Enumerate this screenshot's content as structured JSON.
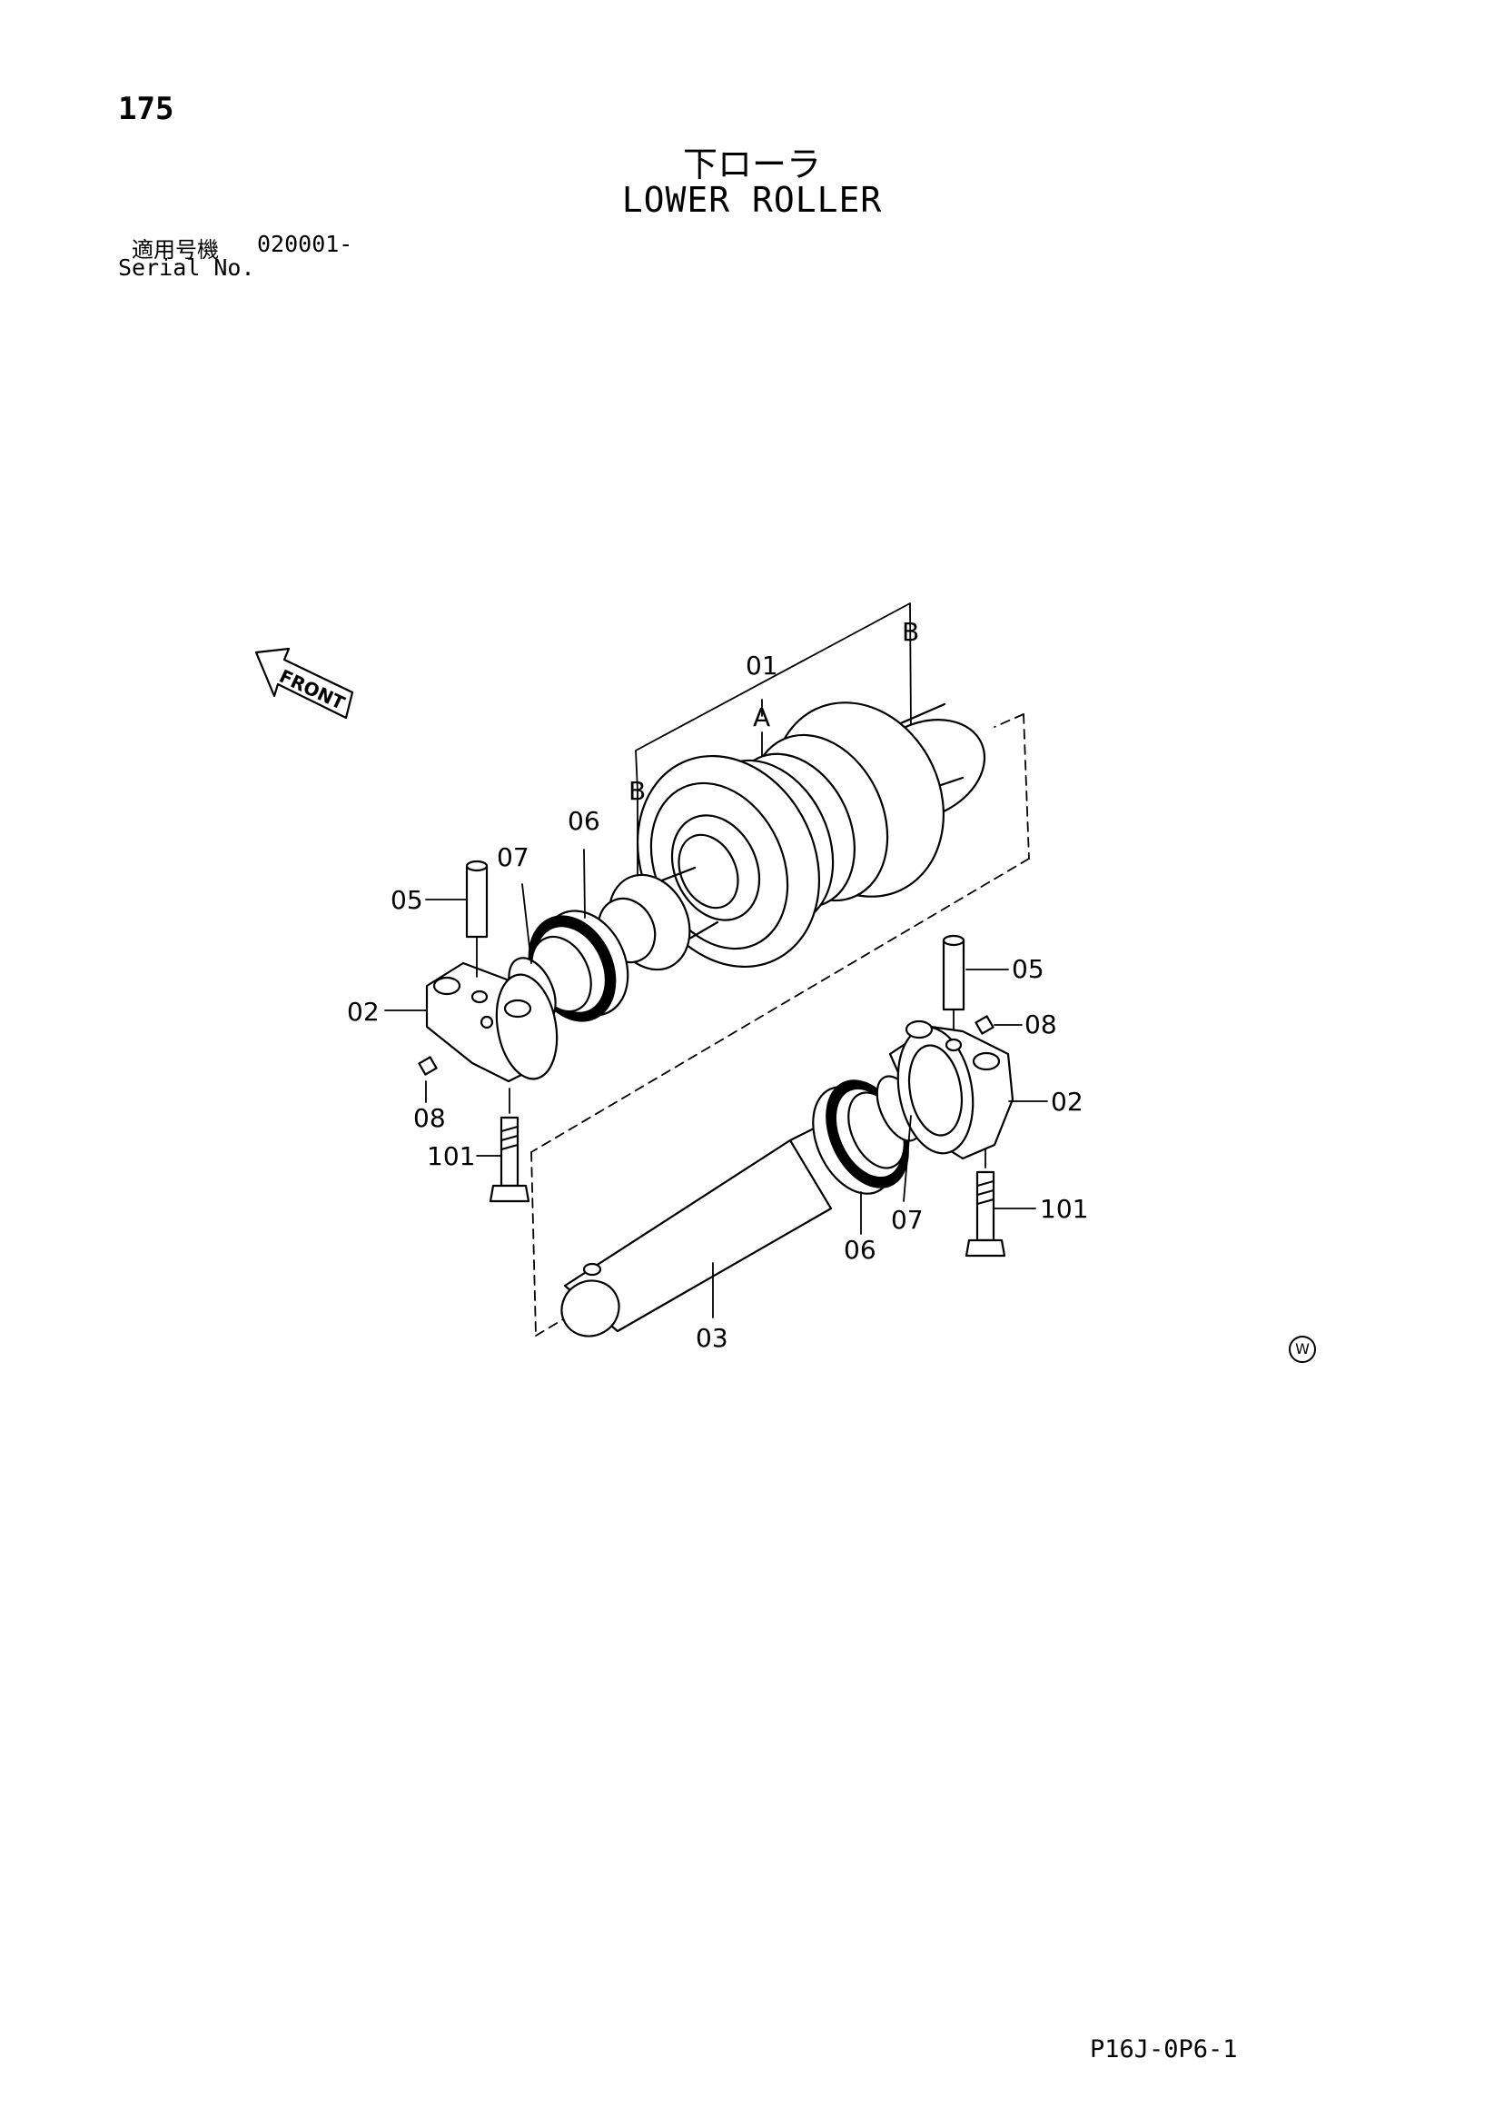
{
  "header": {
    "page_number": "175",
    "title_jp": "下ローラ",
    "title_en": "LOWER ROLLER",
    "serial_label_jp": "適用号機",
    "serial_value": "020001-",
    "serial_label_en": "Serial No."
  },
  "diagram": {
    "front_label": "FRONT",
    "callouts": {
      "p01": "01",
      "ptA": "A",
      "ptB_left": "B",
      "ptB_right": "B",
      "p06_top": "06",
      "p07_top": "07",
      "p05_left": "05",
      "p02_left": "02",
      "p08_left": "08",
      "p101_left": "101",
      "p05_right": "05",
      "p08_right": "08",
      "p02_right": "02",
      "p101_right": "101",
      "p07_bottom": "07",
      "p06_bottom": "06",
      "p03": "03"
    }
  },
  "footer": {
    "figure_code": "P16J-0P6-1",
    "mark": "W"
  }
}
